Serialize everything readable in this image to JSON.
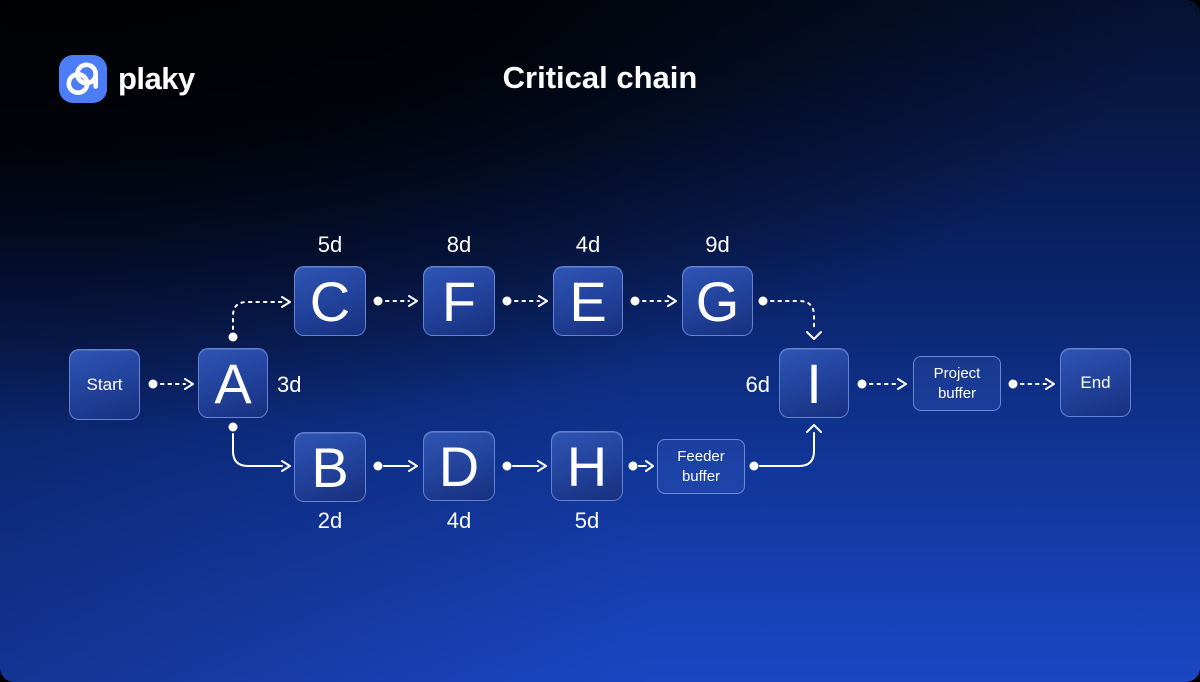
{
  "brand": {
    "name": "plaky"
  },
  "title": "Critical chain",
  "colors": {
    "background_top": "#01030a",
    "background_bottom": "#1b47c4",
    "node_fill_top": "#2f55b4",
    "node_fill_bottom": "#182f7e",
    "node_border": "#6e8ede",
    "buffer_border": "#a0b9fa",
    "logo_tile": "#4d7df6",
    "text": "#ffffff"
  },
  "diagram": {
    "nodes": {
      "start": {
        "label": "Start",
        "type": "milestone"
      },
      "a": {
        "label": "A",
        "duration": "3d",
        "type": "task"
      },
      "b": {
        "label": "B",
        "duration": "2d",
        "type": "task"
      },
      "c": {
        "label": "C",
        "duration": "5d",
        "type": "task"
      },
      "d": {
        "label": "D",
        "duration": "4d",
        "type": "task"
      },
      "e": {
        "label": "E",
        "duration": "4d",
        "type": "task"
      },
      "f": {
        "label": "F",
        "duration": "8d",
        "type": "task"
      },
      "g": {
        "label": "G",
        "duration": "9d",
        "type": "task"
      },
      "h": {
        "label": "H",
        "duration": "5d",
        "type": "task"
      },
      "i": {
        "label": "I",
        "duration": "6d",
        "type": "task"
      },
      "feeder_buffer": {
        "label": "Feeder buffer",
        "type": "buffer"
      },
      "project_buffer": {
        "label": "Project buffer",
        "type": "buffer"
      },
      "end": {
        "label": "End",
        "type": "milestone"
      }
    },
    "connectors": [
      {
        "from": "Start",
        "to": "A",
        "style": "dashed"
      },
      {
        "from": "A",
        "to": "C",
        "style": "dashed"
      },
      {
        "from": "C",
        "to": "F",
        "style": "dashed"
      },
      {
        "from": "F",
        "to": "E",
        "style": "dashed"
      },
      {
        "from": "E",
        "to": "G",
        "style": "dashed"
      },
      {
        "from": "G",
        "to": "I",
        "style": "dashed"
      },
      {
        "from": "I",
        "to": "Project buffer",
        "style": "dashed"
      },
      {
        "from": "Project buffer",
        "to": "End",
        "style": "dashed"
      },
      {
        "from": "A",
        "to": "B",
        "style": "solid"
      },
      {
        "from": "B",
        "to": "D",
        "style": "solid"
      },
      {
        "from": "D",
        "to": "H",
        "style": "solid"
      },
      {
        "from": "H",
        "to": "Feeder buffer",
        "style": "solid"
      },
      {
        "from": "Feeder buffer",
        "to": "I",
        "style": "solid"
      }
    ]
  }
}
